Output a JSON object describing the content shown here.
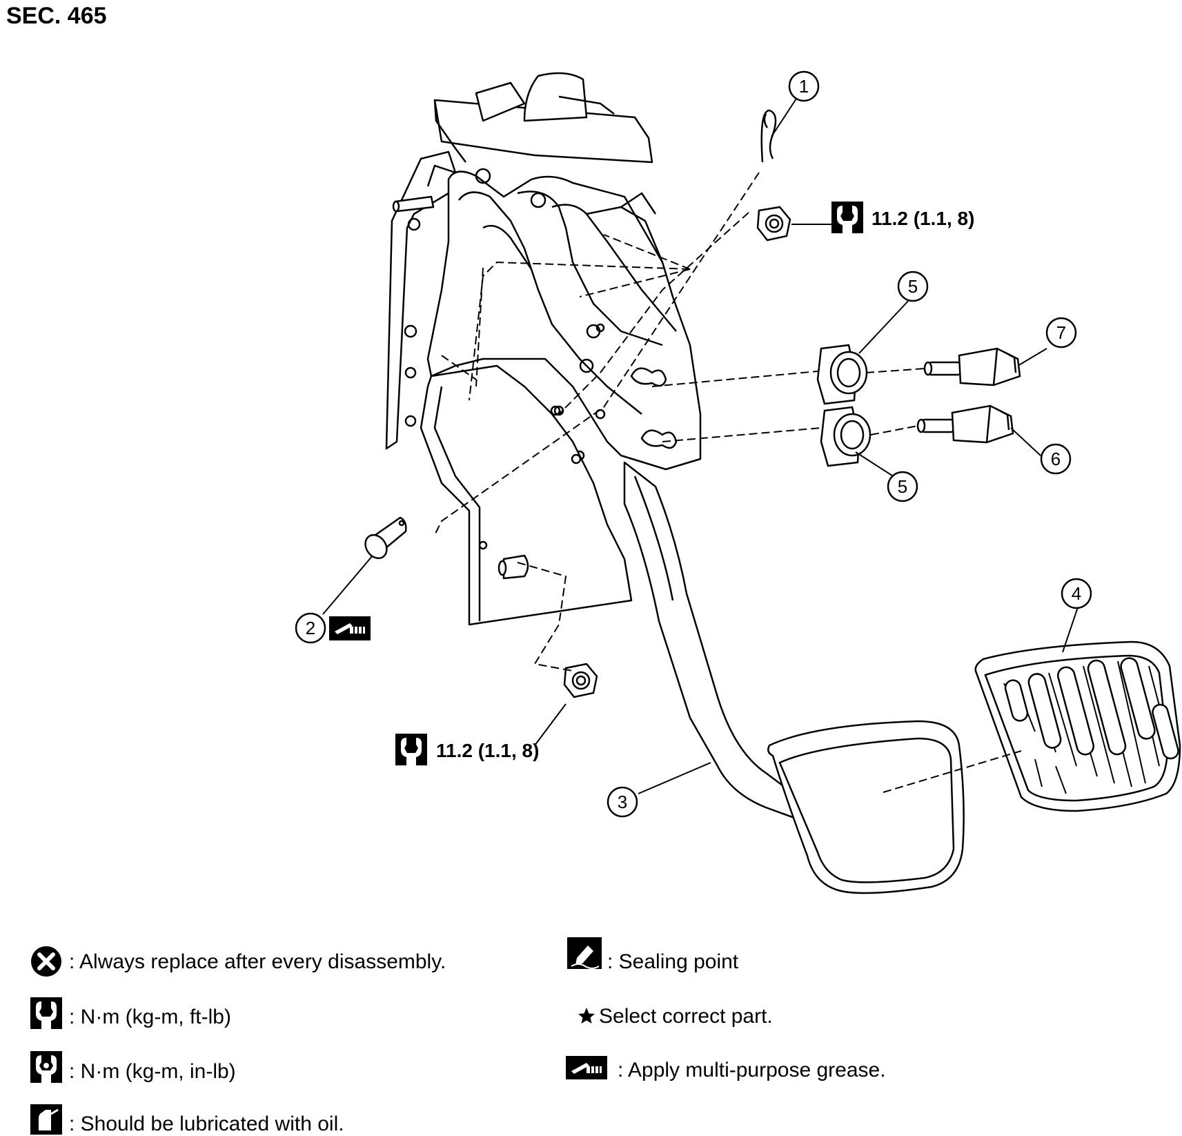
{
  "section": {
    "title": "SEC. 465"
  },
  "callouts": [
    {
      "id": "callout-1",
      "number": "1"
    },
    {
      "id": "callout-2",
      "number": "2"
    },
    {
      "id": "callout-3",
      "number": "3"
    },
    {
      "id": "callout-4",
      "number": "4"
    },
    {
      "id": "callout-5a",
      "number": "5"
    },
    {
      "id": "callout-5b",
      "number": "5"
    },
    {
      "id": "callout-6",
      "number": "6"
    },
    {
      "id": "callout-7",
      "number": "7"
    }
  ],
  "torques": {
    "upper": "11.2 (1.1, 8)",
    "lower": "11.2 (1.1, 8)"
  },
  "legend": {
    "replace": ": Always replace after every disassembly.",
    "torque_ftlb": ": N·m (kg-m, ft-lb)",
    "torque_inlb": ": N·m (kg-m, in-lb)",
    "oil": ": Should be lubricated with oil.",
    "sealing": ": Sealing point",
    "select": "Select correct part.",
    "grease": ": Apply multi-purpose grease."
  },
  "icons": {
    "replace": "x-circle-icon",
    "torque": "wrench-nut-icon",
    "torque_inlb": "wrench-nut-filled-icon",
    "oil": "oil-can-icon",
    "sealing": "sealing-icon",
    "star": "star-icon",
    "grease": "grease-gun-icon"
  },
  "colors": {
    "line": "#000000",
    "background": "#ffffff"
  }
}
